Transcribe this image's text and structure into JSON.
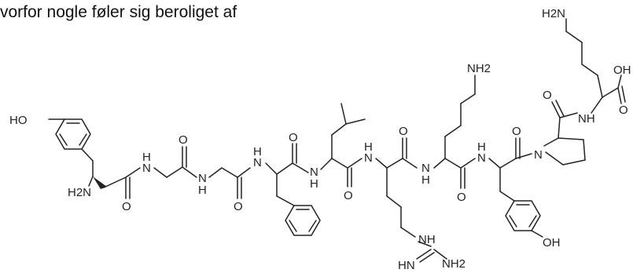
{
  "caption": "vorfor nogle føler sig beroliget af",
  "atoms": {
    "ho_tyr1": "HO",
    "h2n_nterm": "H2N",
    "o_c1": "O",
    "nh_gly2": "N",
    "h_gly2": "H",
    "o_c2": "O",
    "nh_gly3": "N",
    "h_gly3": "H",
    "o_c3": "O",
    "nh_phe4": "N",
    "h_phe4": "H",
    "o_c4": "O",
    "nh_leu5": "N",
    "h_leu5": "H",
    "o_c5": "O",
    "nh_arg6": "N",
    "h_arg6": "H",
    "o_c6": "O",
    "nh_guan": "NH",
    "hn_guan": "HN",
    "nh2_guan": "NH2",
    "nh_lys7": "N",
    "h_lys7": "H",
    "nh2_lys7": "NH2",
    "o_c7": "O",
    "nh_tyr8": "N",
    "h_tyr8": "H",
    "oh_tyr8": "OH",
    "o_c8": "O",
    "n_pro9": "N",
    "o_c9": "O",
    "nh_lys10": "NH",
    "h2n_lys10": "H2N",
    "oh_cooh": "OH",
    "o_cooh": "O"
  },
  "colors": {
    "ink": "#222222",
    "background": "#ffffff"
  }
}
